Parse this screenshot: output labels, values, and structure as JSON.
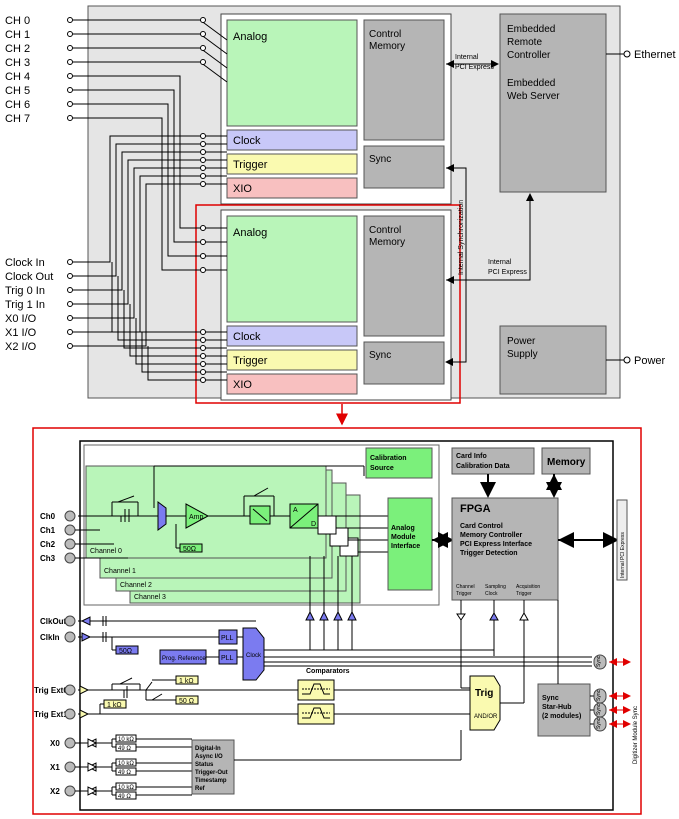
{
  "top": {
    "inputs": [
      "CH 0",
      "CH 1",
      "CH 2",
      "CH 3",
      "CH 4",
      "CH 5",
      "CH 6",
      "CH 7"
    ],
    "bottom_inputs": [
      "Clock In",
      "Clock Out",
      "Trig 0 In",
      "Trig 1 In",
      "X0 I/O",
      "X1 I/O",
      "X2 I/O"
    ],
    "module1": {
      "analog": "Analog",
      "control": "Control",
      "memory": "Memory",
      "clock": "Clock",
      "trigger": "Trigger",
      "xio": "XIO",
      "sync": "Sync"
    },
    "module2": {
      "analog": "Analog",
      "control": "Control",
      "memory": "Memory",
      "clock": "Clock",
      "trigger": "Trigger",
      "xio": "XIO",
      "sync": "Sync"
    },
    "pci_internal_1": [
      "Internal",
      "PCI Express"
    ],
    "pci_internal_2": [
      "Internal",
      "PCI Express"
    ],
    "internal_sync": "Internal Synchronization",
    "embedded": [
      "Embedded",
      "Remote",
      "Controller",
      "",
      "Embedded",
      "Web Server"
    ],
    "power_supply": [
      "Power",
      "Supply"
    ],
    "ethernet": "Ethernet",
    "power": "Power"
  },
  "bottom": {
    "channels": [
      "Ch0",
      "Ch1",
      "Ch2",
      "Ch3"
    ],
    "channel_labels": [
      "Channel 0",
      "Channel 1",
      "Channel 2",
      "Channel 3"
    ],
    "amp": "Amp",
    "r50_a": "50Ω",
    "calibration": [
      "Calibration",
      "Source"
    ],
    "card_info": [
      "Card Info",
      "Calibration Data"
    ],
    "memory": "Memory",
    "fpga": "FPGA",
    "fpga_lines": [
      "Card Control",
      "Memory Controller",
      "PCI Express Interface",
      "Trigger Detection"
    ],
    "ami": [
      "Analog",
      "Module",
      "Interface"
    ],
    "fpga_ports": [
      [
        "Channel",
        "Trigger"
      ],
      [
        "Sampling",
        "Clock"
      ],
      [
        "Acquisition",
        "Trigger"
      ]
    ],
    "internal_pci": "Internal PCI Express",
    "clkout": "ClkOut",
    "clkin": "ClkIn",
    "r50_b": "50Ω",
    "pll1": "PLL",
    "pll2": "PLL",
    "prog_ref": "Prog. Reference",
    "clock": "Clock",
    "comparators": "Comparators",
    "trig_ext0": "Trig Ext0",
    "trig_ext1": "Trig Ext1",
    "r1k_a": "1 kΩ",
    "r50_c": "50 Ω",
    "r1k_b": "1 kΩ",
    "trig": "Trig",
    "andor": "AND/OR",
    "sync_hub": [
      "Sync",
      "Star-Hub",
      "(2 modules)"
    ],
    "sync_labels": [
      "Sync",
      "Sync",
      "Sync",
      "Sync"
    ],
    "digitizer_sync": "Digitizer Module Sync",
    "x_ports": [
      "X0",
      "X1",
      "X2"
    ],
    "x_res": [
      "10 kΩ",
      "49 Ω",
      "10 kΩ",
      "49 Ω",
      "10 kΩ",
      "49 Ω"
    ],
    "digital_block": [
      "Digital-In",
      "Async I/O",
      "Status",
      "Trigger-Out",
      "Timestamp",
      "Ref"
    ],
    "a_label": "A",
    "d_label": "D"
  }
}
